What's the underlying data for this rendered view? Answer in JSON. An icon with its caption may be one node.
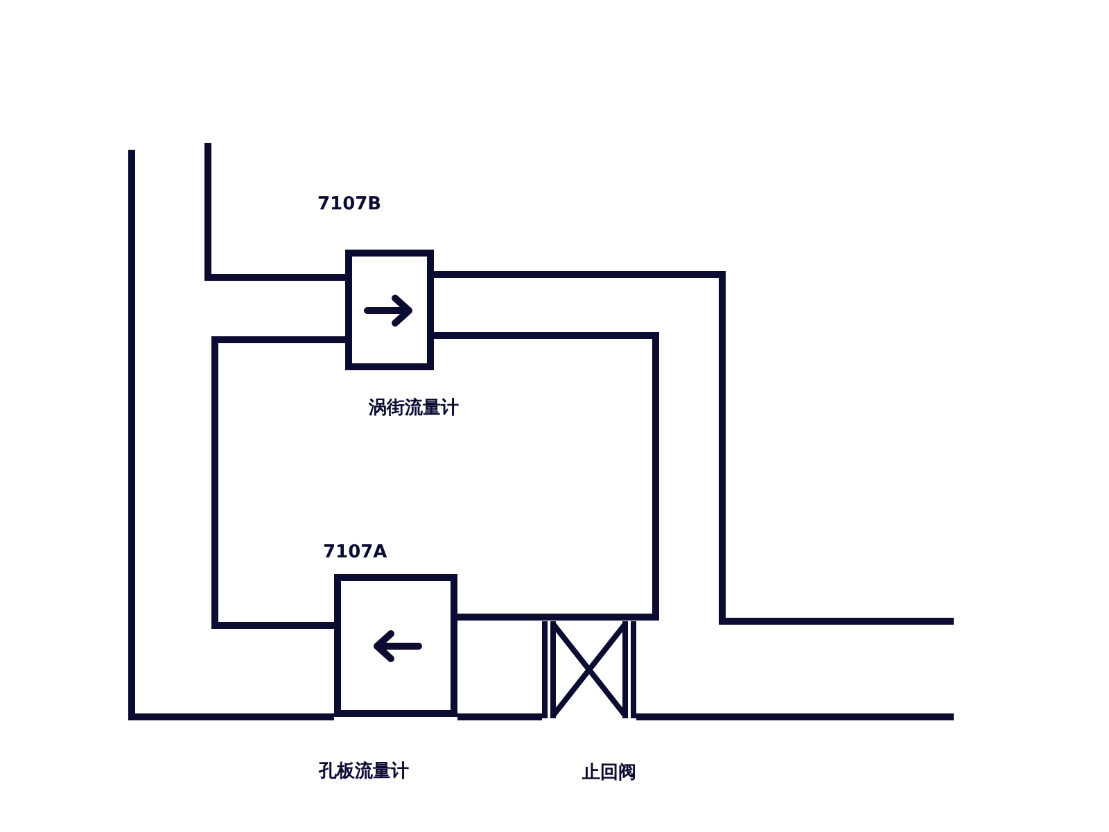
{
  "diagram": {
    "nodes": [
      {
        "text": [],
        "shape": "box",
        "beside": [
          "7107B",
          "涡街流量计"
        ]
      },
      {
        "text": [],
        "shape": "box",
        "beside": [
          "7107A",
          "孔板流量计"
        ]
      },
      {
        "text": [],
        "shape": "box",
        "beside": [
          "止回阀"
        ]
      }
    ],
    "edges": [
      {
        "from": null,
        "to": 0,
        "arrow": "none"
      },
      {
        "from": 0,
        "to": null,
        "arrow": "none"
      },
      {
        "from": 0,
        "to": 1,
        "arrow": "none"
      },
      {
        "from": 0,
        "to": 1,
        "arrow": "none"
      },
      {
        "from": null,
        "to": 1,
        "arrow": "none"
      },
      {
        "from": 1,
        "to": 2,
        "arrow": "none"
      },
      {
        "from": 2,
        "to": null,
        "arrow": "none"
      }
    ]
  }
}
